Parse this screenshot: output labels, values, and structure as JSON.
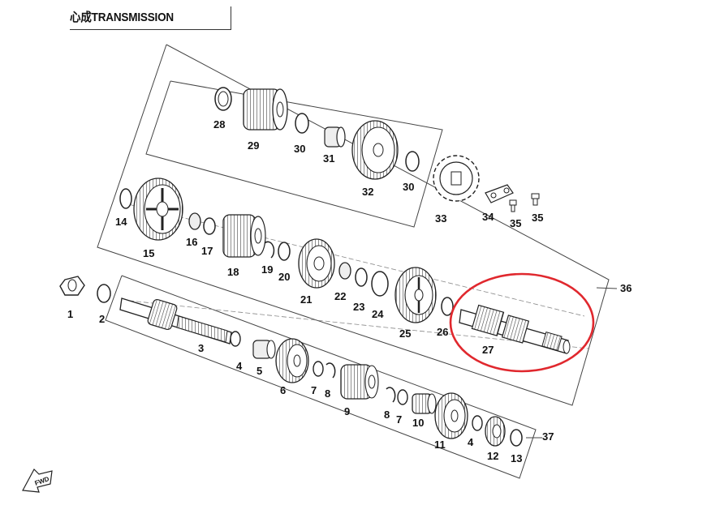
{
  "title": "TRANSMISSION",
  "title_prefix": "心成",
  "highlight": {
    "target_part": "27",
    "color": "#e0282e"
  },
  "fwd_label": "FWD",
  "parts": [
    {
      "n": "1"
    },
    {
      "n": "2"
    },
    {
      "n": "3"
    },
    {
      "n": "4"
    },
    {
      "n": "5"
    },
    {
      "n": "6"
    },
    {
      "n": "7"
    },
    {
      "n": "8"
    },
    {
      "n": "9"
    },
    {
      "n": "8"
    },
    {
      "n": "7"
    },
    {
      "n": "10"
    },
    {
      "n": "11"
    },
    {
      "n": "4"
    },
    {
      "n": "12"
    },
    {
      "n": "13"
    },
    {
      "n": "14"
    },
    {
      "n": "15"
    },
    {
      "n": "16"
    },
    {
      "n": "17"
    },
    {
      "n": "18"
    },
    {
      "n": "19"
    },
    {
      "n": "20"
    },
    {
      "n": "21"
    },
    {
      "n": "22"
    },
    {
      "n": "23"
    },
    {
      "n": "24"
    },
    {
      "n": "25"
    },
    {
      "n": "26"
    },
    {
      "n": "27"
    },
    {
      "n": "28"
    },
    {
      "n": "29"
    },
    {
      "n": "30"
    },
    {
      "n": "31"
    },
    {
      "n": "32"
    },
    {
      "n": "30"
    },
    {
      "n": "33"
    },
    {
      "n": "34"
    },
    {
      "n": "35"
    },
    {
      "n": "35"
    },
    {
      "n": "36"
    },
    {
      "n": "37"
    }
  ]
}
